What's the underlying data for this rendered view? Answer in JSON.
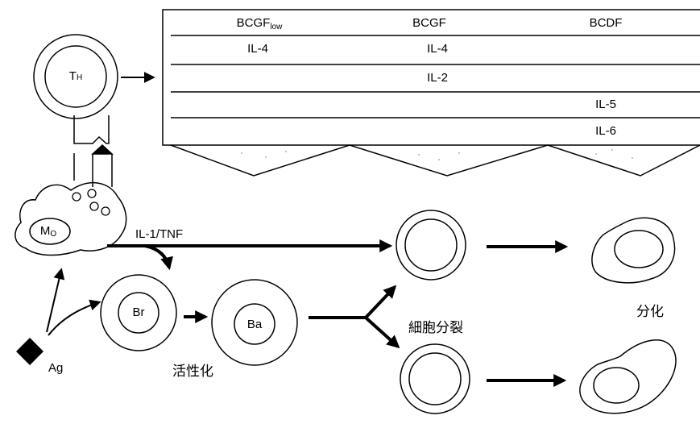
{
  "table": {
    "columns": [
      {
        "main": "BCGF",
        "sub": "low"
      },
      {
        "main": "BCGF",
        "sub": ""
      },
      {
        "main": "BCDF",
        "sub": ""
      }
    ],
    "rows": [
      [
        "IL-4",
        "IL-4",
        ""
      ],
      [
        "",
        "IL-2",
        ""
      ],
      [
        "",
        "",
        "IL-5"
      ],
      [
        "",
        "",
        "IL-6"
      ]
    ]
  },
  "cells": {
    "th": {
      "main": "T",
      "sub": "H"
    },
    "mo": {
      "main": "M",
      "sub": "O"
    },
    "br": "Br",
    "ba": "Ba",
    "ag": "Ag"
  },
  "labels": {
    "cytokine": "IL-1/TNF",
    "activation": "活性化",
    "division": "細胞分裂",
    "differentiation": "分化"
  }
}
